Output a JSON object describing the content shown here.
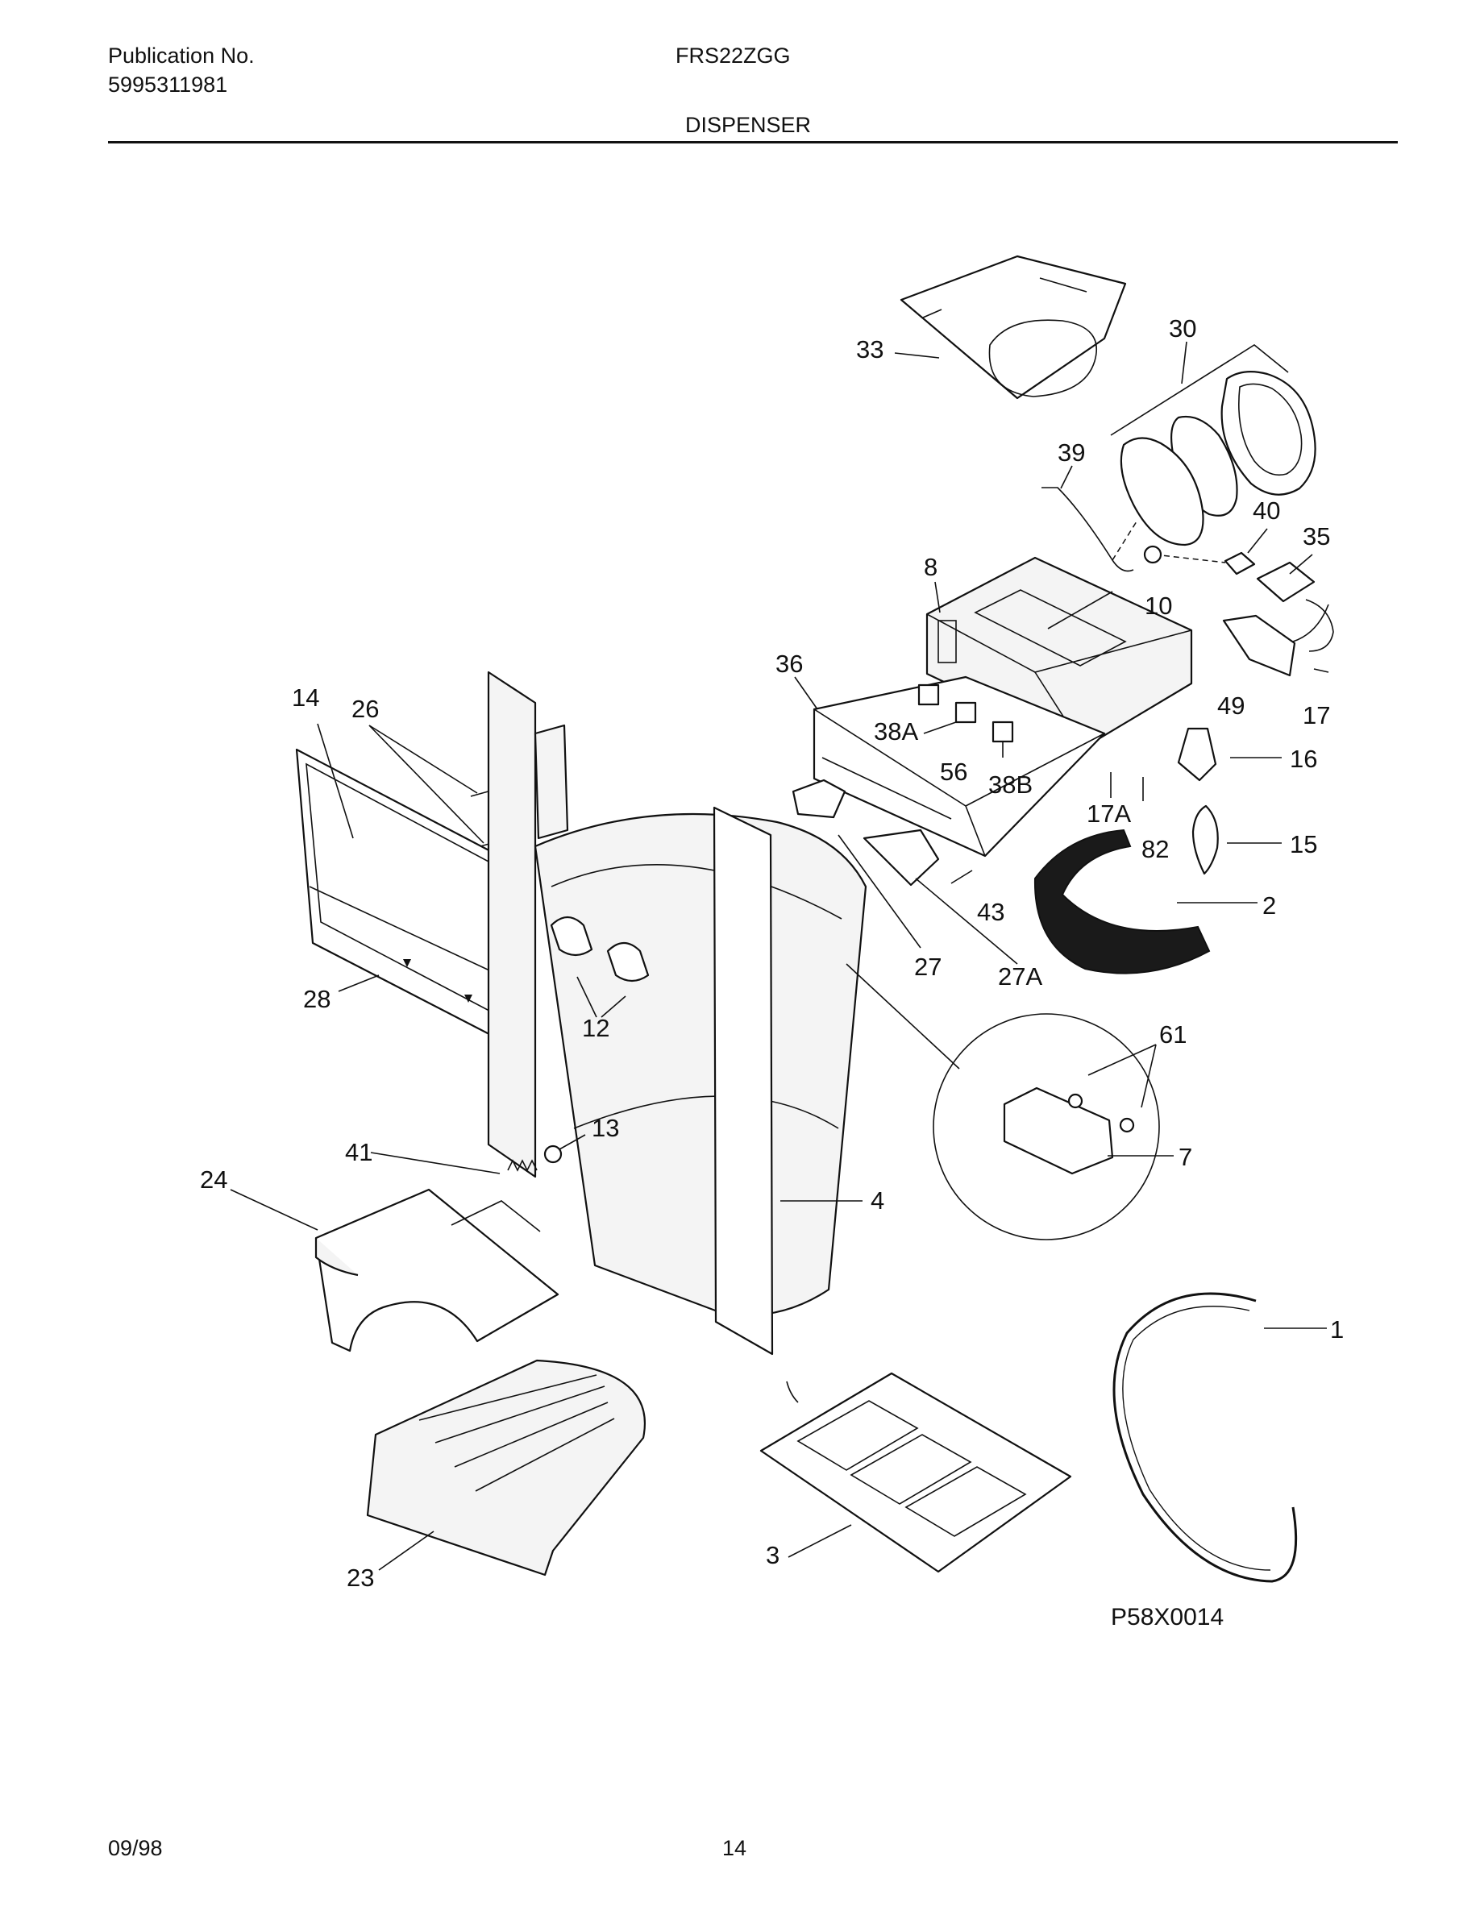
{
  "header": {
    "publication_label": "Publication No.",
    "publication_number": "5995311981",
    "model": "FRS22ZGG",
    "section": "DISPENSER"
  },
  "footer": {
    "date": "09/98",
    "page": "14"
  },
  "diagram": {
    "code": "P58X0014",
    "callouts": {
      "c1": "1",
      "c2": "2",
      "c3": "3",
      "c4": "4",
      "c7": "7",
      "c8": "8",
      "c10": "10",
      "c12": "12",
      "c13": "13",
      "c14": "14",
      "c15": "15",
      "c16": "16",
      "c17": "17",
      "c17A": "17A",
      "c23": "23",
      "c24": "24",
      "c26": "26",
      "c27": "27",
      "c27A": "27A",
      "c28": "28",
      "c30": "30",
      "c33": "33",
      "c35": "35",
      "c36": "36",
      "c38A": "38A",
      "c38B": "38B",
      "c39": "39",
      "c40": "40",
      "c41": "41",
      "c43": "43",
      "c49": "49",
      "c56": "56",
      "c61": "61",
      "c82": "82"
    }
  }
}
